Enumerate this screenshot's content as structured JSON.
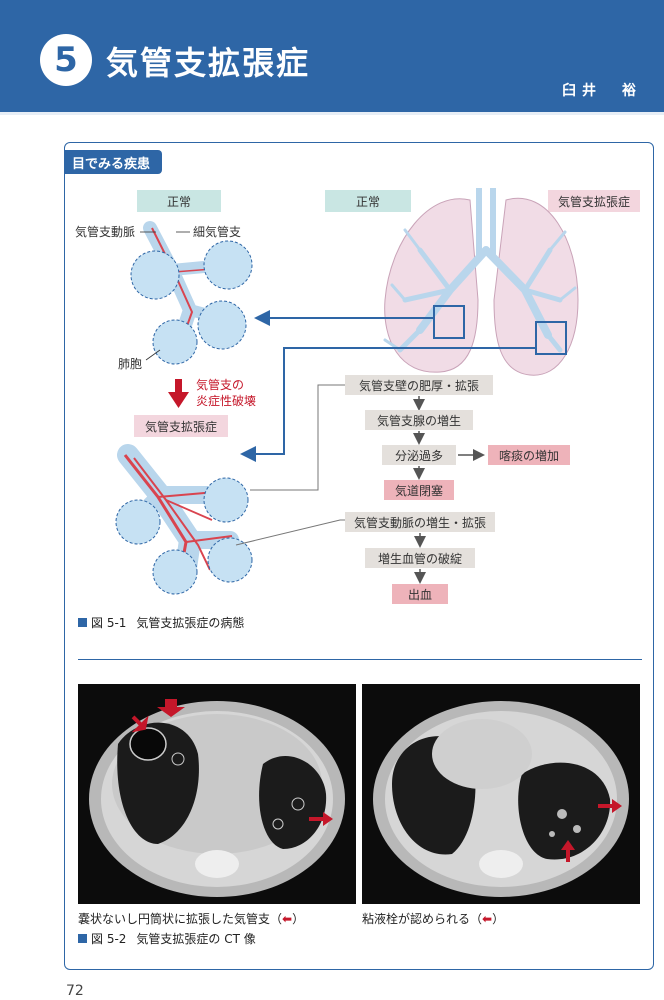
{
  "header": {
    "chapter_number": "5",
    "chapter_title": "気管支拡張症",
    "author": "臼井　裕"
  },
  "section": {
    "label": "目でみる疾患"
  },
  "figure1": {
    "label_normal_left": "正常",
    "label_normal_center": "正常",
    "label_bronchiectasis_right": "気管支拡張症",
    "label_bronchial_artery": "気管支動脈",
    "label_bronchiole": "細気管支",
    "label_alveoli": "肺胞",
    "label_destruction_line1": "気管支の",
    "label_destruction_line2": "炎症性破壊",
    "label_bronchiectasis_left": "気管支拡張症",
    "flow": {
      "wall_thickening": "気管支壁の肥厚・拡張",
      "gland_hyperplasia": "気管支腺の増生",
      "hypersecretion": "分泌過多",
      "sputum_increase": "喀痰の増加",
      "airway_obstruction": "気道閉塞",
      "artery_hyperplasia": "気管支動脈の増生・拡張",
      "vessel_rupture": "増生血管の破綻",
      "hemorrhage": "出血"
    },
    "caption_number": "図 5-1",
    "caption_text": "気管支拡張症の病態"
  },
  "figure2": {
    "left_note_before": "嚢状ないし円筒状に拡張した気管支（",
    "left_note_arrow": "⬅",
    "left_note_after": "）",
    "right_note_before": "粘液栓が認められる（",
    "right_note_arrow": "⬅",
    "right_note_after": "）",
    "caption_number": "図 5-2",
    "caption_text": "気管支拡張症の CT 像"
  },
  "page_number": "72",
  "colors": {
    "brand_blue": "#2e66a6",
    "teal_label": "#c9e6e3",
    "pink_label": "#f3d6de",
    "gray_box": "#e4e0dc",
    "red_box": "#eeb3ba",
    "red_arrow": "#c5172a",
    "lung_pink": "#f1dce6",
    "airway_blue": "#b9d6ec"
  }
}
